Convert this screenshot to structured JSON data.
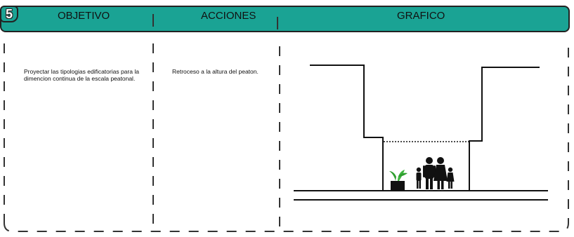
{
  "step_badge": "5",
  "header": {
    "col_objetivo": "OBJETIVO",
    "col_acciones": "ACCIONES",
    "col_grafico": "GRAFICO"
  },
  "body": {
    "objetivo_text": "Proyectar las tipologias edificatorias para la dimencion continua de la escala peatonal.",
    "acciones_text": "Retroceso a la altura del peaton."
  },
  "colors": {
    "header_fill": "#1aa394",
    "line": "#222222"
  },
  "graphic": {
    "icons": [
      "planter-with-plant-icon",
      "family-silhouette-icon"
    ]
  }
}
